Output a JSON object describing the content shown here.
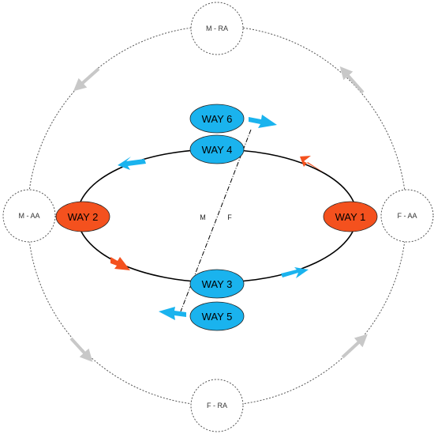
{
  "outer_nodes": [
    {
      "id": "top",
      "label": "M - RA"
    },
    {
      "id": "left",
      "label": "M - AA"
    },
    {
      "id": "right",
      "label": "F - AA"
    },
    {
      "id": "bottom",
      "label": "F - RA"
    }
  ],
  "ways": [
    {
      "id": "way6",
      "label": "WAY 6",
      "color": "#1ab3ee"
    },
    {
      "id": "way4",
      "label": "WAY 4",
      "color": "#1ab3ee"
    },
    {
      "id": "way2",
      "label": "WAY 2",
      "color": "#f4511e"
    },
    {
      "id": "way1",
      "label": "WAY 1",
      "color": "#f4511e"
    },
    {
      "id": "way3",
      "label": "WAY 3",
      "color": "#1ab3ee"
    },
    {
      "id": "way5",
      "label": "WAY 5",
      "color": "#1ab3ee"
    }
  ],
  "center_labels": {
    "left": "M",
    "right": "F"
  },
  "colors": {
    "blue": "#1ab3ee",
    "orange": "#f4511e",
    "gray_arrow": "#c8c8c8",
    "line": "#000000"
  }
}
